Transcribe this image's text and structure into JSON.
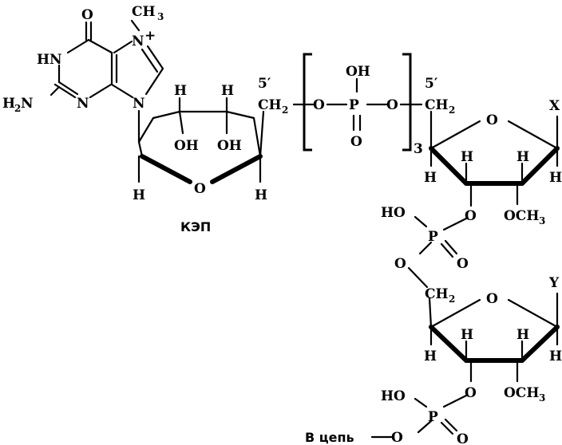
{
  "labels": {
    "methyl": "CH",
    "methyl_sub": "3",
    "n7": "N",
    "n7_charge": "+",
    "carbonyl_o": "O",
    "hn": "HN",
    "h2n": "H",
    "h2n_sub": "2",
    "h2n_n": "N",
    "n3": "N",
    "n9": "N",
    "n_ring": "N",
    "h1": "H",
    "h2": "H",
    "oh1": "OH",
    "oh2": "OH",
    "ring_o_cap": "O",
    "h_left": "H",
    "h_right": "H",
    "five_prime_cap": "5′",
    "ch2_cap": "CH",
    "ch2_cap_sub": "2",
    "o_left": "O",
    "p_center": "P",
    "oh_top": "OH",
    "o_right": "O",
    "o_bottom": "O",
    "repeat": "3",
    "five_prime_1": "5′",
    "ch2_1": "CH",
    "ch2_1_sub": "2",
    "ring_o_1": "O",
    "x": "X",
    "h_a": "H",
    "h_b": "H",
    "h_c": "H",
    "h_d": "H",
    "o3_1": "O",
    "och3_1": "OCH",
    "och3_1_sub": "3",
    "ho_1": "HO",
    "p_1": "P",
    "o_d1": "O",
    "o_link": "O",
    "ch2_2": "CH",
    "ch2_2_sub": "2",
    "ring_o_2": "O",
    "y": "Y",
    "h_e": "H",
    "h_f": "H",
    "h_g": "H",
    "h_h": "H",
    "o3_2": "O",
    "och3_2": "OCH",
    "och3_2_sub": "3",
    "ho_2": "HO",
    "p_2": "P",
    "o_d2": "O",
    "chain_text": "В цепь",
    "o_chain": "O",
    "caption": "КЭП"
  }
}
